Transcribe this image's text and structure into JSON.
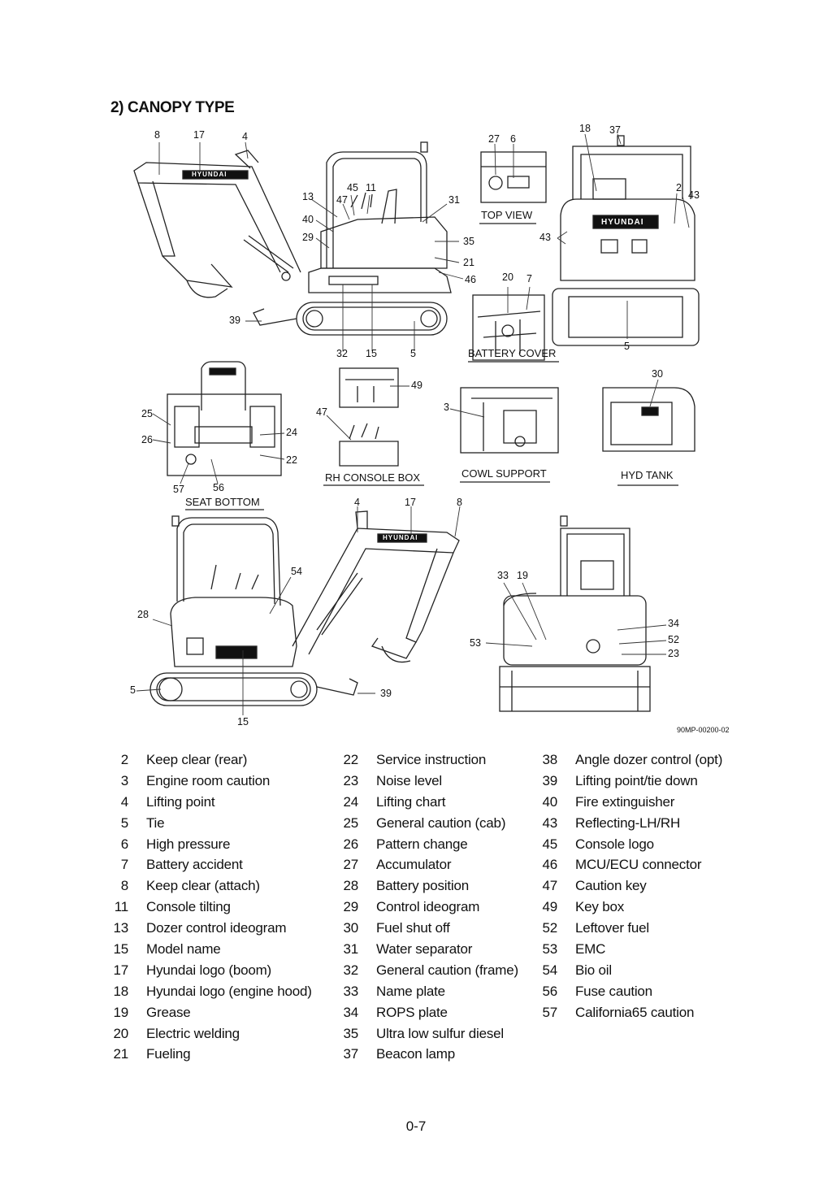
{
  "section_title": "2) CANOPY TYPE",
  "figure": {
    "callouts": {
      "side_left": [
        "8",
        "17",
        "4",
        "13",
        "45",
        "11",
        "47",
        "40",
        "29",
        "31",
        "35",
        "21",
        "46",
        "39",
        "32",
        "15",
        "5"
      ],
      "top_view": [
        "27",
        "6"
      ],
      "battery_cover": [
        "20",
        "7"
      ],
      "rear": [
        "18",
        "37",
        "2",
        "43",
        "43",
        "5"
      ],
      "seat_bottom": [
        "25",
        "26",
        "24",
        "22",
        "57",
        "56"
      ],
      "rh_console": [
        "49",
        "47"
      ],
      "cowl_support": [
        "3"
      ],
      "hyd_tank": [
        "30"
      ],
      "side_right": [
        "4",
        "17",
        "8",
        "54",
        "28",
        "5",
        "15",
        "39"
      ],
      "front": [
        "33",
        "19",
        "34",
        "52",
        "23",
        "53"
      ]
    },
    "captions": {
      "top_view": "TOP VIEW",
      "battery_cover": "BATTERY COVER",
      "seat_bottom": "SEAT BOTTOM",
      "rh_console_box": "RH CONSOLE BOX",
      "cowl_support": "COWL SUPPORT",
      "hyd_tank": "HYD TANK"
    },
    "brand_text": "HYUNDAI",
    "figure_code": "90MP-00200-02"
  },
  "legend": {
    "columns": [
      [
        {
          "num": "2",
          "label": "Keep clear (rear)"
        },
        {
          "num": "3",
          "label": "Engine room caution"
        },
        {
          "num": "4",
          "label": "Lifting point"
        },
        {
          "num": "5",
          "label": "Tie"
        },
        {
          "num": "6",
          "label": "High pressure"
        },
        {
          "num": "7",
          "label": "Battery accident"
        },
        {
          "num": "8",
          "label": "Keep clear (attach)"
        },
        {
          "num": "11",
          "label": "Console tilting"
        },
        {
          "num": "13",
          "label": "Dozer control ideogram"
        },
        {
          "num": "15",
          "label": "Model name"
        },
        {
          "num": "17",
          "label": "Hyundai logo (boom)"
        },
        {
          "num": "18",
          "label": "Hyundai logo (engine hood)"
        },
        {
          "num": "19",
          "label": "Grease"
        },
        {
          "num": "20",
          "label": "Electric welding"
        },
        {
          "num": "21",
          "label": "Fueling"
        }
      ],
      [
        {
          "num": "22",
          "label": "Service instruction"
        },
        {
          "num": "23",
          "label": "Noise level"
        },
        {
          "num": "24",
          "label": "Lifting chart"
        },
        {
          "num": "25",
          "label": "General caution (cab)"
        },
        {
          "num": "26",
          "label": "Pattern change"
        },
        {
          "num": "27",
          "label": "Accumulator"
        },
        {
          "num": "28",
          "label": "Battery position"
        },
        {
          "num": "29",
          "label": "Control ideogram"
        },
        {
          "num": "30",
          "label": "Fuel shut off"
        },
        {
          "num": "31",
          "label": "Water separator"
        },
        {
          "num": "32",
          "label": "General caution (frame)"
        },
        {
          "num": "33",
          "label": "Name plate"
        },
        {
          "num": "34",
          "label": "ROPS plate"
        },
        {
          "num": "35",
          "label": "Ultra low sulfur diesel"
        },
        {
          "num": "37",
          "label": "Beacon lamp"
        }
      ],
      [
        {
          "num": "38",
          "label": "Angle dozer control (opt)"
        },
        {
          "num": "39",
          "label": "Lifting point/tie down"
        },
        {
          "num": "40",
          "label": "Fire extinguisher"
        },
        {
          "num": "43",
          "label": "Reflecting-LH/RH"
        },
        {
          "num": "45",
          "label": "Console logo"
        },
        {
          "num": "46",
          "label": "MCU/ECU connector"
        },
        {
          "num": "47",
          "label": "Caution key"
        },
        {
          "num": "49",
          "label": "Key box"
        },
        {
          "num": "52",
          "label": "Leftover fuel"
        },
        {
          "num": "53",
          "label": "EMC"
        },
        {
          "num": "54",
          "label": "Bio oil"
        },
        {
          "num": "56",
          "label": "Fuse caution"
        },
        {
          "num": "57",
          "label": "California65 caution"
        }
      ]
    ]
  },
  "page_number": "0-7"
}
